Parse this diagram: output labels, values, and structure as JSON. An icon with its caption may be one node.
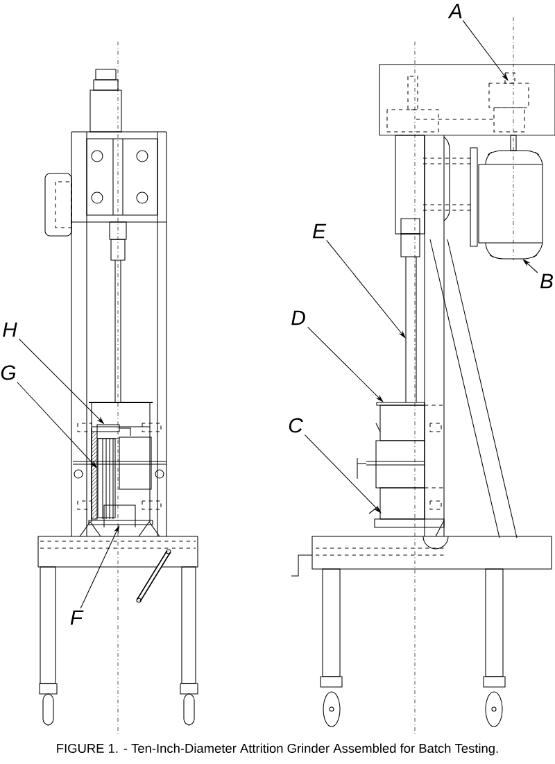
{
  "diagram": {
    "caption": "FIGURE 1. - Ten-Inch-Diameter Attrition Grinder Assembled for Batch Testing.",
    "nodes": [
      {
        "text": [
          "A"
        ]
      },
      {
        "text": [
          "E"
        ]
      },
      {
        "text": [
          "B"
        ]
      },
      {
        "text": [
          "D"
        ]
      },
      {
        "text": [
          "H"
        ]
      },
      {
        "text": [
          "G"
        ]
      },
      {
        "text": [
          "C"
        ]
      },
      {
        "text": [
          "F"
        ]
      },
      {
        "text": [],
        "shape": "box"
      },
      {
        "text": [],
        "shape": "box"
      },
      {
        "text": [],
        "shape": "box"
      }
    ],
    "edges": [
      {
        "from": 0,
        "to": null,
        "arrow": "to"
      },
      {
        "from": 1,
        "to": null,
        "arrow": "to"
      },
      {
        "from": 2,
        "to": null,
        "arrow": "to"
      },
      {
        "from": 3,
        "to": null,
        "arrow": "to"
      },
      {
        "from": 4,
        "to": 8,
        "arrow": "to"
      },
      {
        "from": 5,
        "to": 9,
        "arrow": "to"
      },
      {
        "from": 6,
        "to": null,
        "arrow": "to"
      },
      {
        "from": 7,
        "to": 10,
        "arrow": "to"
      }
    ]
  }
}
